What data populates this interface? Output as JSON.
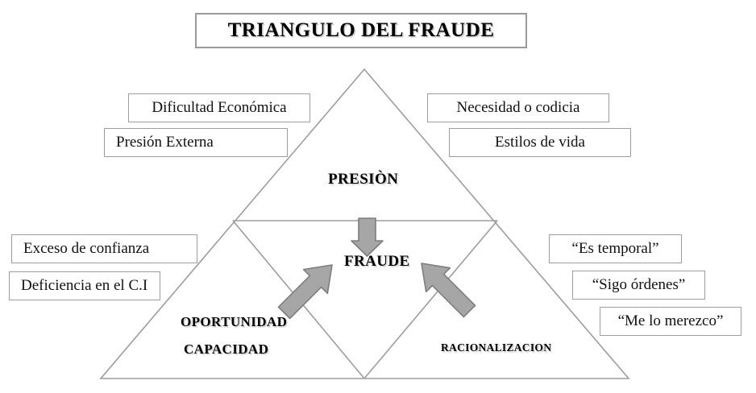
{
  "title": {
    "text": "TRIANGULO DEL FRAUDE"
  },
  "diagram": {
    "segments": {
      "top_label": "PRESIÒN",
      "center_label": "FRAUDE",
      "left_label_1": "OPORTUNIDAD",
      "left_label_2": "CAPACIDAD",
      "right_label": "RACIONALIZACION"
    },
    "pressure_factors": [
      "Dificultad Económica",
      "Presión Externa",
      "Necesidad o codicia",
      "Estilos de vida"
    ],
    "opportunity_factors": [
      "Exceso de confianza",
      "Deficiencia en el C.I"
    ],
    "rationalization_factors": [
      "“Es temporal”",
      "“Sigo órdenes”",
      "“Me lo merezco”"
    ],
    "arrows": [
      "arrow-down-pressure",
      "arrow-up-right-opportunity",
      "arrow-up-left-rationalization"
    ]
  },
  "colors": {
    "outline": "#9d9d9d",
    "arrow_fill": "#a6a6a6",
    "arrow_stroke": "#7d7d7d",
    "text": "#111111",
    "shadow": "#cfcfcf"
  }
}
